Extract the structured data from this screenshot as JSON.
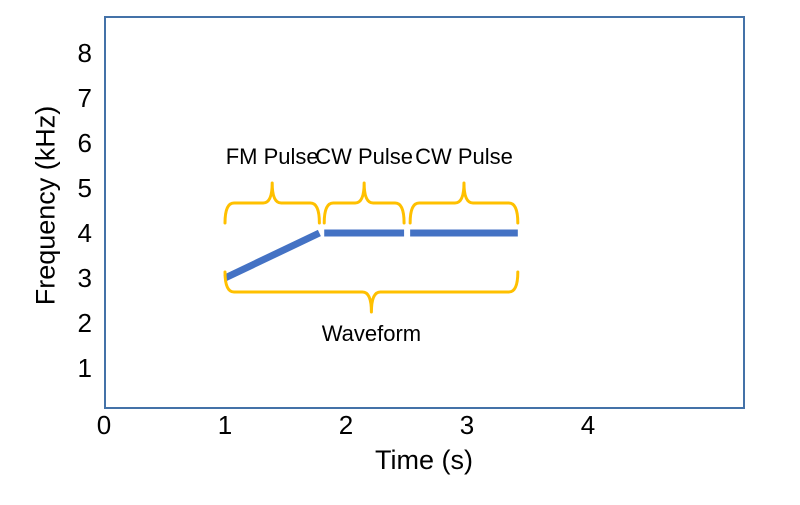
{
  "chart_data": {
    "type": "line",
    "title": "",
    "xlabel": "Time (s)",
    "ylabel": "Frequency (kHz)",
    "xlim": [
      0,
      4
    ],
    "ylim": [
      0,
      8.5
    ],
    "xticks": [
      0,
      1,
      2,
      3,
      4
    ],
    "yticks": [
      1,
      2,
      3,
      4,
      5,
      6,
      7,
      8
    ],
    "xtick_labels": [
      "0",
      "1",
      "2",
      "3",
      "4"
    ],
    "ytick_labels": [
      "1",
      "2",
      "3",
      "4",
      "5",
      "6",
      "7",
      "8"
    ],
    "grid": false,
    "legend": "none",
    "series": [
      {
        "name": "FM Pulse",
        "kind": "chirp",
        "points": [
          [
            1.0,
            3.0
          ],
          [
            1.78,
            4.0
          ]
        ],
        "color": "#4472C4"
      },
      {
        "name": "CW Pulse 1",
        "kind": "constant",
        "points": [
          [
            1.82,
            4.0
          ],
          [
            2.48,
            4.0
          ]
        ],
        "color": "#4472C4"
      },
      {
        "name": "CW Pulse 2",
        "kind": "constant",
        "points": [
          [
            2.53,
            4.0
          ],
          [
            3.42,
            4.0
          ]
        ],
        "color": "#4472C4"
      }
    ],
    "annotations": [
      {
        "label": "FM Pulse",
        "bracket": "up",
        "x_start": 1.0,
        "x_end": 1.78,
        "label_x": 1.39,
        "label_y": 5.7
      },
      {
        "label": "CW Pulse",
        "bracket": "up",
        "x_start": 1.82,
        "x_end": 2.48,
        "label_x": 2.15,
        "label_y": 5.7
      },
      {
        "label": "CW Pulse",
        "bracket": "up",
        "x_start": 2.53,
        "x_end": 3.42,
        "label_x": 2.97,
        "label_y": 5.7
      },
      {
        "label": "Waveform",
        "bracket": "down",
        "x_start": 1.0,
        "x_end": 3.42,
        "label_x": 2.21,
        "label_y": 1.72
      }
    ]
  },
  "axes": {
    "y_title": "Frequency (kHz)",
    "x_title": "Time (s)",
    "y_tick_labels": [
      "8",
      "7",
      "6",
      "5",
      "4",
      "3",
      "2",
      "1"
    ],
    "x_tick_labels": [
      "0",
      "1",
      "2",
      "3",
      "4"
    ]
  },
  "annotations": {
    "fm_pulse": "FM Pulse",
    "cw_pulse_1": "CW Pulse",
    "cw_pulse_2": "CW Pulse",
    "waveform": "Waveform"
  },
  "colors": {
    "signal": "#4472C4",
    "bracket": "#FFC000",
    "frame": "#4472A8",
    "background": "#FFFFFF",
    "text": "#000000"
  }
}
